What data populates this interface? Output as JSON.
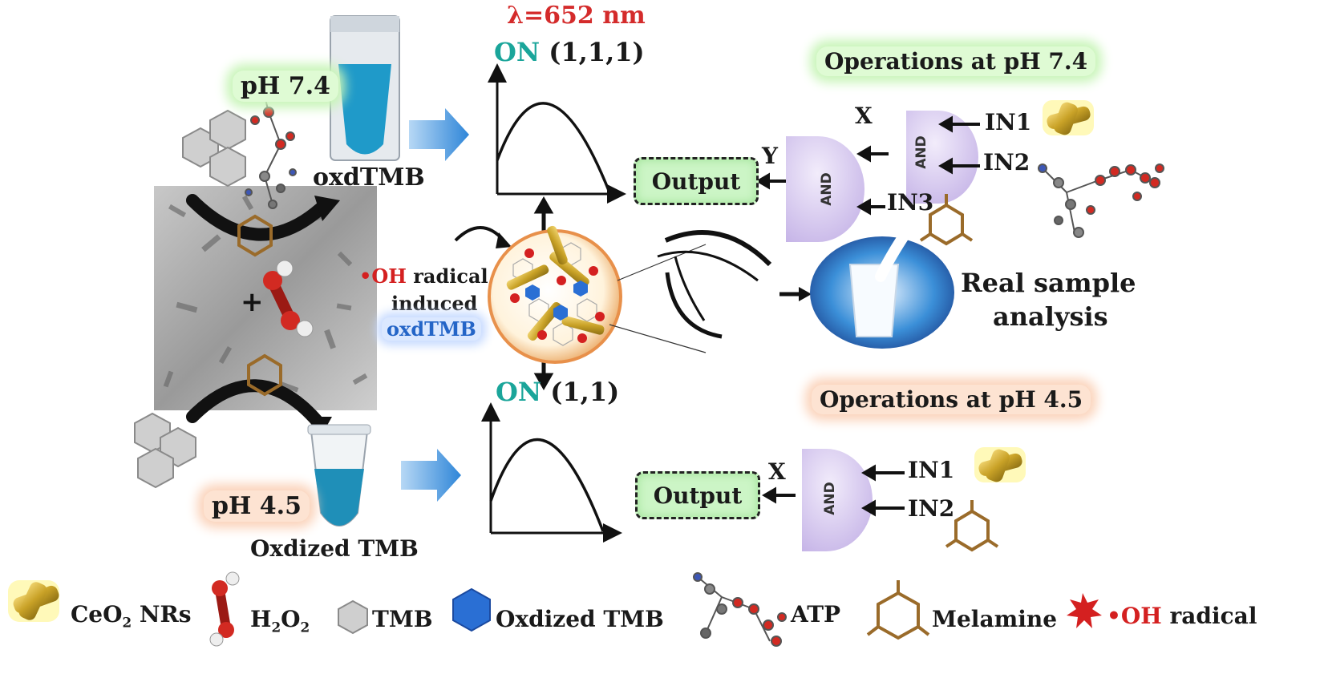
{
  "header": {
    "wavelength": "λ=652 nm"
  },
  "top_path": {
    "ph_label": "pH 7.4",
    "product_label": "oxdTMB",
    "chart_state": "ON",
    "chart_code": "(1,1,1)",
    "operations_title": "Operations at pH 7.4",
    "gate_1": "AND",
    "gate_2": "AND",
    "inputs": [
      "IN1",
      "IN2",
      "IN3"
    ],
    "x_label": "X",
    "y_label": "Y",
    "output_label": "Output"
  },
  "bottom_path": {
    "ph_label": "pH 4.5",
    "product_label": "Oxdized TMB",
    "chart_state": "ON",
    "chart_code": "(1,1)",
    "operations_title": "Operations at pH 4.5",
    "gate_1": "AND",
    "inputs": [
      "IN1",
      "IN2"
    ],
    "x_label": "X",
    "output_label": "Output"
  },
  "center": {
    "oh_symbol": "•OH",
    "radical_word": "radical",
    "induced_word": "induced",
    "oxd_word": "oxdTMB"
  },
  "real_sample": {
    "line1": "Real sample",
    "line2": "analysis"
  },
  "legend": {
    "ceo2": "CeO",
    "ceo2_sub": "2",
    "ceo2_suffix": " NRs",
    "h2o2_a": "H",
    "h2o2_sub1": "2",
    "h2o2_b": "O",
    "h2o2_sub2": "2",
    "tmb": "TMB",
    "oxd_tmb": "Oxdized TMB",
    "atp": "ATP",
    "melamine": "Melamine",
    "oh_dot": "•",
    "oh": "OH",
    "oh_suffix": " radical"
  },
  "colors": {
    "wavelength_red": "#d42b2b",
    "on_teal": "#1aa59a",
    "gate_purple": "#d9cdf0",
    "output_green": "#ccf5c6",
    "arrow_blue": "#2f86d8",
    "ceo2_gold": "#c9a227",
    "atp_red": "#c8281e",
    "melamine_brown": "#9a6b2a",
    "oh_red": "#d42020"
  }
}
